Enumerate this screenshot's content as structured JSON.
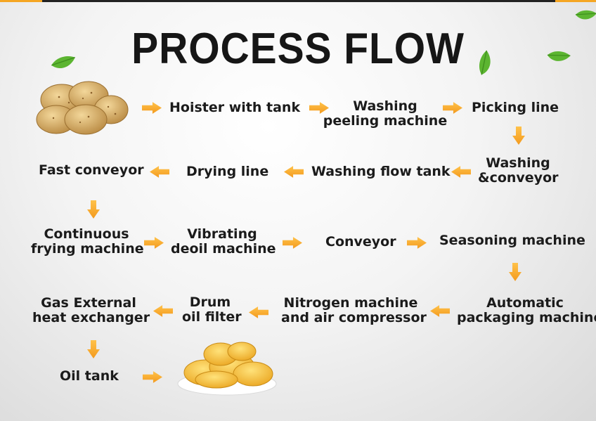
{
  "title": "PROCESS FLOW",
  "colors": {
    "arrow": "#f5a623",
    "leaf": "#5cb531",
    "text": "#1b1b1b"
  },
  "steps": {
    "hoister": "Hoister  with tank",
    "washing_peeling_1": "Washing",
    "washing_peeling_2": "peeling  machine",
    "picking": "Picking line",
    "washing_conveyor_1": "Washing",
    "washing_conveyor_2": "&conveyor",
    "washing_flow_tank": "Washing flow tank",
    "drying_line": "Drying line",
    "fast_conveyor": "Fast conveyor",
    "frying_1": "Continuous",
    "frying_2": "frying machine",
    "deoil_1": "Vibrating",
    "deoil_2": "deoil machine",
    "conveyor": "Conveyor",
    "seasoning": "Seasoning machine",
    "packaging_1": "Automatic",
    "packaging_2": "packaging machine",
    "nitrogen_1": "Nitrogen machine",
    "nitrogen_2": "and air compressor",
    "drum_1": "Drum",
    "drum_2": "oil filter",
    "gas_1": "Gas External",
    "gas_2": "heat exchanger",
    "oil_tank": "Oil tank"
  },
  "icons": [
    "potato-icon",
    "chips-icon",
    "leaf-icon",
    "arrow-right-icon",
    "arrow-left-icon",
    "arrow-down-icon"
  ]
}
